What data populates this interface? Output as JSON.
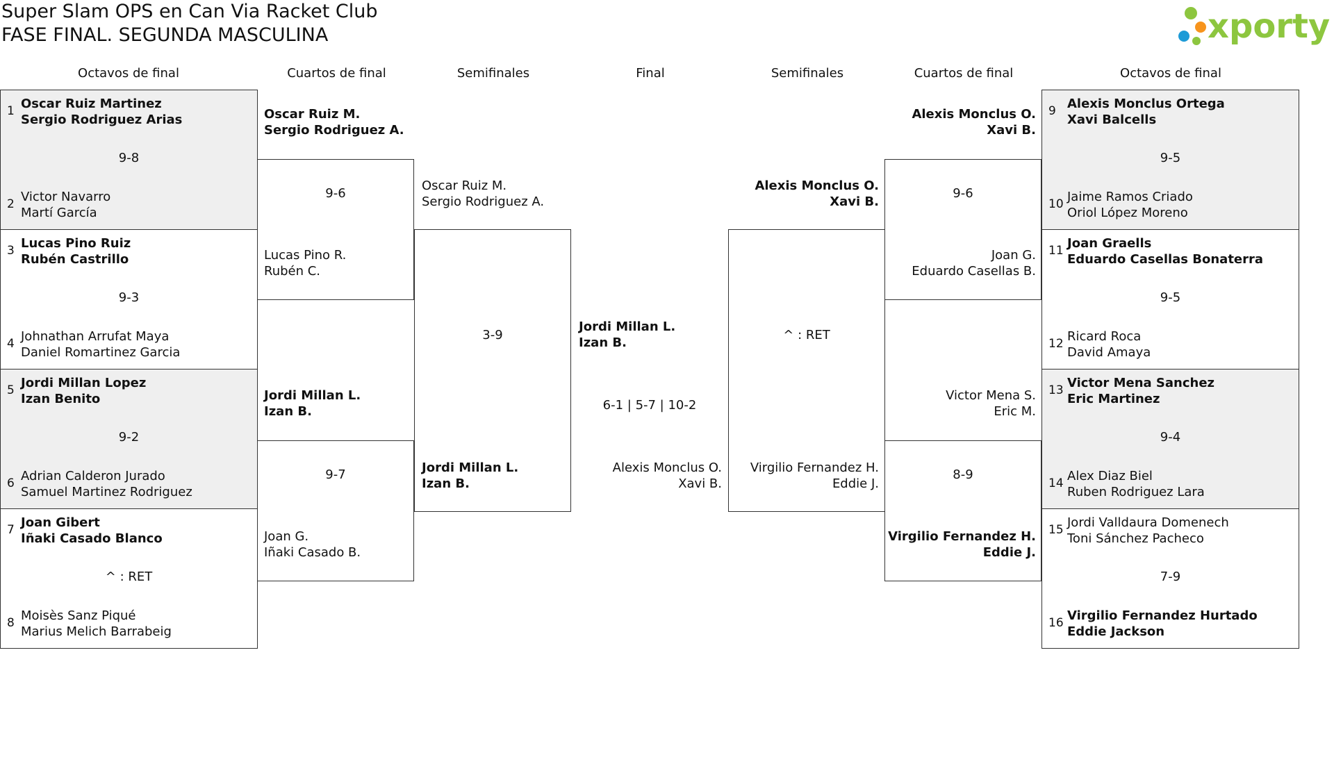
{
  "title": {
    "line1": "Super Slam OPS en Can Via Racket Club",
    "line2": "FASE FINAL. SEGUNDA MASCULINA"
  },
  "brand": {
    "name": "xporty",
    "color": "#8dc63f",
    "dot_colors": [
      "#8dc63f",
      "#f7941d",
      "#1d9bd7",
      "#8dc63f"
    ]
  },
  "headers": [
    "Octavos de final",
    "Cuartos de final",
    "Semifinales",
    "Final",
    "Semifinales",
    "Cuartos de final",
    "Octavos de final"
  ],
  "left": {
    "octavos": [
      {
        "seedA": "1",
        "teamA": [
          "Oscar Ruiz Martinez",
          "Sergio Rodriguez Arias"
        ],
        "winnerA": true,
        "seedB": "2",
        "teamB": [
          "Victor Navarro",
          "Martí García"
        ],
        "winnerB": false,
        "score": "9-8"
      },
      {
        "seedA": "3",
        "teamA": [
          "Lucas Pino Ruiz",
          "Rubén Castrillo"
        ],
        "winnerA": true,
        "seedB": "4",
        "teamB": [
          "Johnathan Arrufat Maya",
          "Daniel Romartinez Garcia"
        ],
        "winnerB": false,
        "score": "9-3"
      },
      {
        "seedA": "5",
        "teamA": [
          "Jordi Millan Lopez",
          "Izan Benito"
        ],
        "winnerA": true,
        "seedB": "6",
        "teamB": [
          "Adrian Calderon Jurado",
          "Samuel Martinez Rodriguez"
        ],
        "winnerB": false,
        "score": "9-2"
      },
      {
        "seedA": "7",
        "teamA": [
          "Joan Gibert",
          "Iñaki Casado Blanco"
        ],
        "winnerA": true,
        "seedB": "8",
        "teamB": [
          "Moisès Sanz Piqué",
          "Marius Melich Barrabeig"
        ],
        "winnerB": false,
        "score": "^ : RET"
      }
    ],
    "cuartos": [
      {
        "teamA": [
          "Oscar Ruiz M.",
          "Sergio Rodriguez A."
        ],
        "winnerA": true,
        "teamB": [
          "Lucas Pino R.",
          "Rubén C."
        ],
        "winnerB": false,
        "score": "9-6"
      },
      {
        "teamA": [
          "Jordi Millan L.",
          "Izan B."
        ],
        "winnerA": true,
        "teamB": [
          "Joan G.",
          "Iñaki Casado B."
        ],
        "winnerB": false,
        "score": "9-7"
      }
    ],
    "semi": {
      "teamA": [
        "Oscar Ruiz M.",
        "Sergio Rodriguez A."
      ],
      "winnerA": false,
      "teamB": [
        "Jordi Millan L.",
        "Izan B."
      ],
      "winnerB": true,
      "score": "3-9"
    }
  },
  "final": {
    "teamA": [
      "Jordi Millan L.",
      "Izan B."
    ],
    "winnerA": true,
    "teamB": [
      "Alexis Monclus O.",
      "Xavi B."
    ],
    "winnerB": false,
    "score": "6-1 | 5-7 | 10-2"
  },
  "right": {
    "octavos": [
      {
        "seedA": "9",
        "teamA": [
          "Alexis Monclus Ortega",
          "Xavi Balcells"
        ],
        "winnerA": true,
        "seedB": "10",
        "teamB": [
          "Jaime Ramos Criado",
          "Oriol López Moreno"
        ],
        "winnerB": false,
        "score": "9-5"
      },
      {
        "seedA": "11",
        "teamA": [
          "Joan Graells",
          "Eduardo Casellas Bonaterra"
        ],
        "winnerA": true,
        "seedB": "12",
        "teamB": [
          "Ricard Roca",
          "David Amaya"
        ],
        "winnerB": false,
        "score": "9-5"
      },
      {
        "seedA": "13",
        "teamA": [
          "Victor Mena Sanchez",
          "Eric Martinez"
        ],
        "winnerA": true,
        "seedB": "14",
        "teamB": [
          "Alex Diaz Biel",
          "Ruben Rodriguez Lara"
        ],
        "winnerB": false,
        "score": "9-4"
      },
      {
        "seedA": "15",
        "teamA": [
          "Jordi Valldaura Domenech",
          "Toni Sánchez Pacheco"
        ],
        "winnerA": false,
        "seedB": "16",
        "teamB": [
          "Virgilio Fernandez Hurtado",
          "Eddie Jackson"
        ],
        "winnerB": true,
        "score": "7-9"
      }
    ],
    "cuartos": [
      {
        "teamA": [
          "Alexis Monclus O.",
          "Xavi B."
        ],
        "winnerA": true,
        "teamB": [
          "Joan G.",
          "Eduardo Casellas B."
        ],
        "winnerB": false,
        "score": "9-6"
      },
      {
        "teamA": [
          "Victor Mena S.",
          "Eric M."
        ],
        "winnerA": false,
        "teamB": [
          "Virgilio Fernandez H.",
          "Eddie J."
        ],
        "winnerB": true,
        "score": "8-9"
      }
    ],
    "semi": {
      "teamA": [
        "Alexis Monclus O.",
        "Xavi B."
      ],
      "winnerA": true,
      "teamB": [
        "Virgilio Fernandez H.",
        "Eddie J."
      ],
      "winnerB": false,
      "score": "^ : RET"
    }
  }
}
